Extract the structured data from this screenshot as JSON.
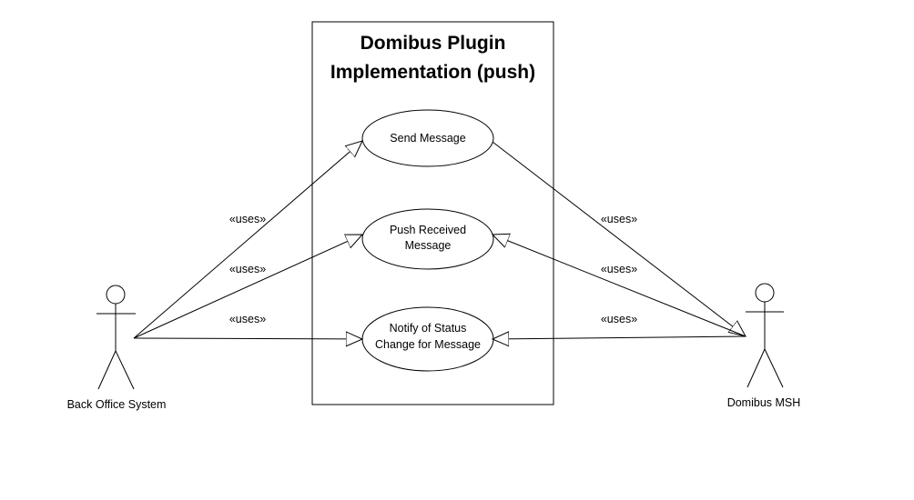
{
  "system": {
    "title_line1": "Domibus Plugin",
    "title_line2": "Implementation (push)"
  },
  "use_cases": {
    "send_message": {
      "line1": "Send Message"
    },
    "push_received": {
      "line1": "Push Received",
      "line2": "Message"
    },
    "notify_status": {
      "line1": "Notify of Status",
      "line2": "Change for Message"
    }
  },
  "actors": {
    "back_office": "Back Office System",
    "domibus_msh": "Domibus MSH"
  },
  "relations": {
    "left_top": "«uses»",
    "left_mid": "«uses»",
    "left_bottom": "«uses»",
    "right_top": "«uses»",
    "right_mid": "«uses»",
    "right_bottom": "«uses»"
  },
  "colors": {
    "stroke": "#000000",
    "background": "#ffffff"
  }
}
